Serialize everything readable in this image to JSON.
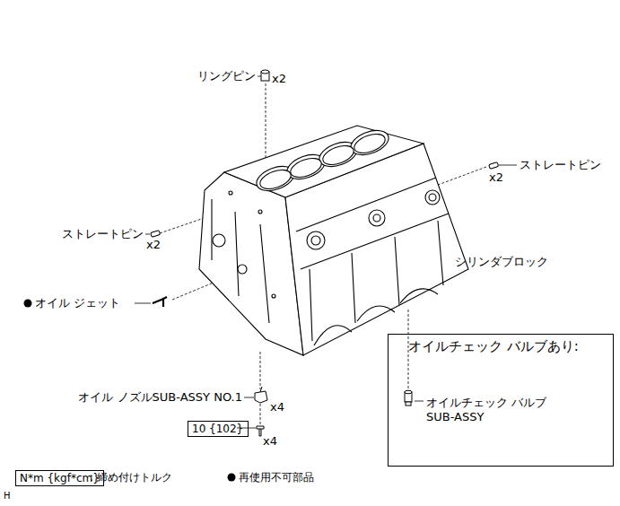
{
  "diagram": {
    "nodes": [
      {
        "text": [
          "オイルチェック バルブあり:",
          "オイルチェック バルブ SUB-ASSY"
        ]
      },
      {
        "text": [
          "10 {102}"
        ]
      },
      {
        "text": [
          "N*m {kgf*cm}"
        ]
      }
    ],
    "labels": [
      "リングピン",
      "x2",
      "ストレートピン",
      "x2",
      "ストレートピン",
      "x2",
      "シリンダブロック",
      "オイル ジェット",
      "オイル ノズルSUB-ASSY NO.1",
      "x4",
      "x4",
      "H"
    ],
    "legend": [
      {
        "text": ": 締め付けトルク"
      },
      {
        "text": "再使用不可部品"
      }
    ]
  }
}
